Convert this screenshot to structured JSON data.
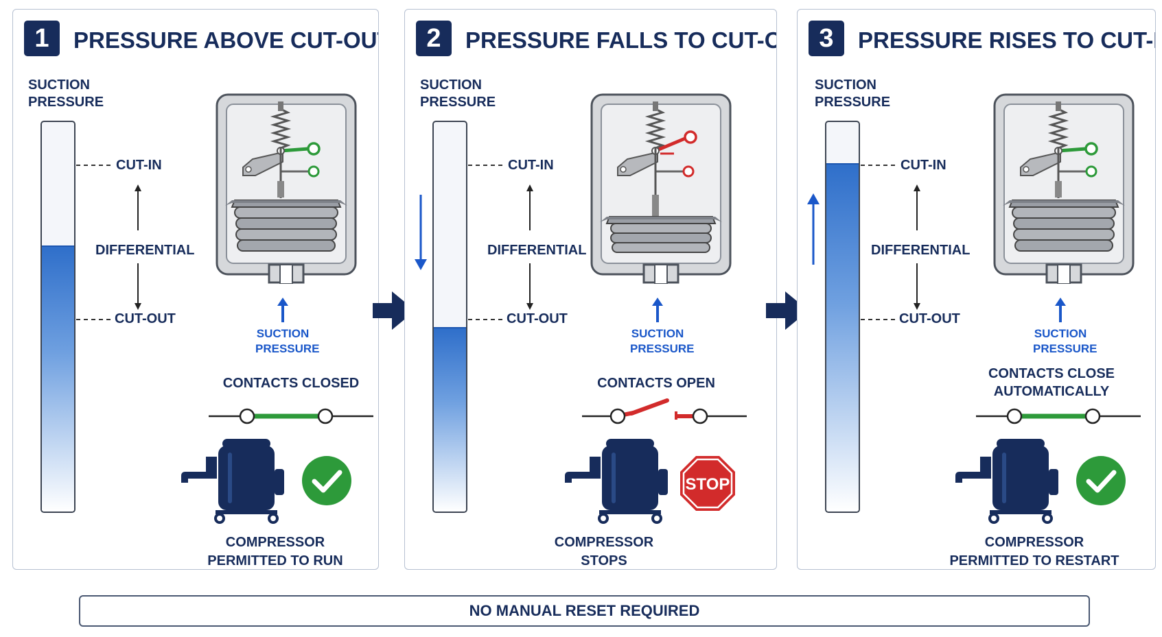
{
  "panels": [
    {
      "number": "1",
      "title": "PRESSURE ABOVE CUT-OUT",
      "pressure_label": [
        "SUCTION",
        "PRESSURE"
      ],
      "cut_in": "CUT-IN",
      "cut_out": "CUT-OUT",
      "differential": "DIFFERENTIAL",
      "fill_level": 0.68,
      "trend_arrow": "none",
      "suction_label": [
        "SUCTION",
        "PRESSURE"
      ],
      "contacts_label": [
        "CONTACTS CLOSED"
      ],
      "contacts_state": "closed",
      "status_icon": "checkmark-icon",
      "status_label": [
        "COMPRESSOR",
        "PERMITTED TO RUN"
      ]
    },
    {
      "number": "2",
      "title": "PRESSURE FALLS TO CUT-OUT",
      "pressure_label": [
        "SUCTION",
        "PRESSURE"
      ],
      "cut_in": "CUT-IN",
      "cut_out": "CUT-OUT",
      "differential": "DIFFERENTIAL",
      "fill_level": 0.47,
      "trend_arrow": "down",
      "suction_label": [
        "SUCTION",
        "PRESSURE"
      ],
      "contacts_label": [
        "CONTACTS OPEN"
      ],
      "contacts_state": "open",
      "status_icon": "stop-sign-icon",
      "stop_text": "STOP",
      "status_label": [
        "COMPRESSOR",
        "STOPS"
      ]
    },
    {
      "number": "3",
      "title": "PRESSURE RISES TO CUT-IN",
      "pressure_label": [
        "SUCTION",
        "PRESSURE"
      ],
      "cut_in": "CUT-IN",
      "cut_out": "CUT-OUT",
      "differential": "DIFFERENTIAL",
      "fill_level": 0.89,
      "trend_arrow": "up",
      "suction_label": [
        "SUCTION",
        "PRESSURE"
      ],
      "contacts_label": [
        "CONTACTS CLOSE",
        "AUTOMATICALLY"
      ],
      "contacts_state": "closed",
      "status_icon": "checkmark-icon",
      "status_label": [
        "COMPRESSOR",
        "PERMITTED TO RESTART"
      ]
    }
  ],
  "footer": "NO MANUAL RESET REQUIRED",
  "colors": {
    "navy": "#172c5b",
    "pressure_blue": "#2f6fca",
    "closed_green": "#2d9a3a",
    "open_red": "#d22b2b"
  }
}
